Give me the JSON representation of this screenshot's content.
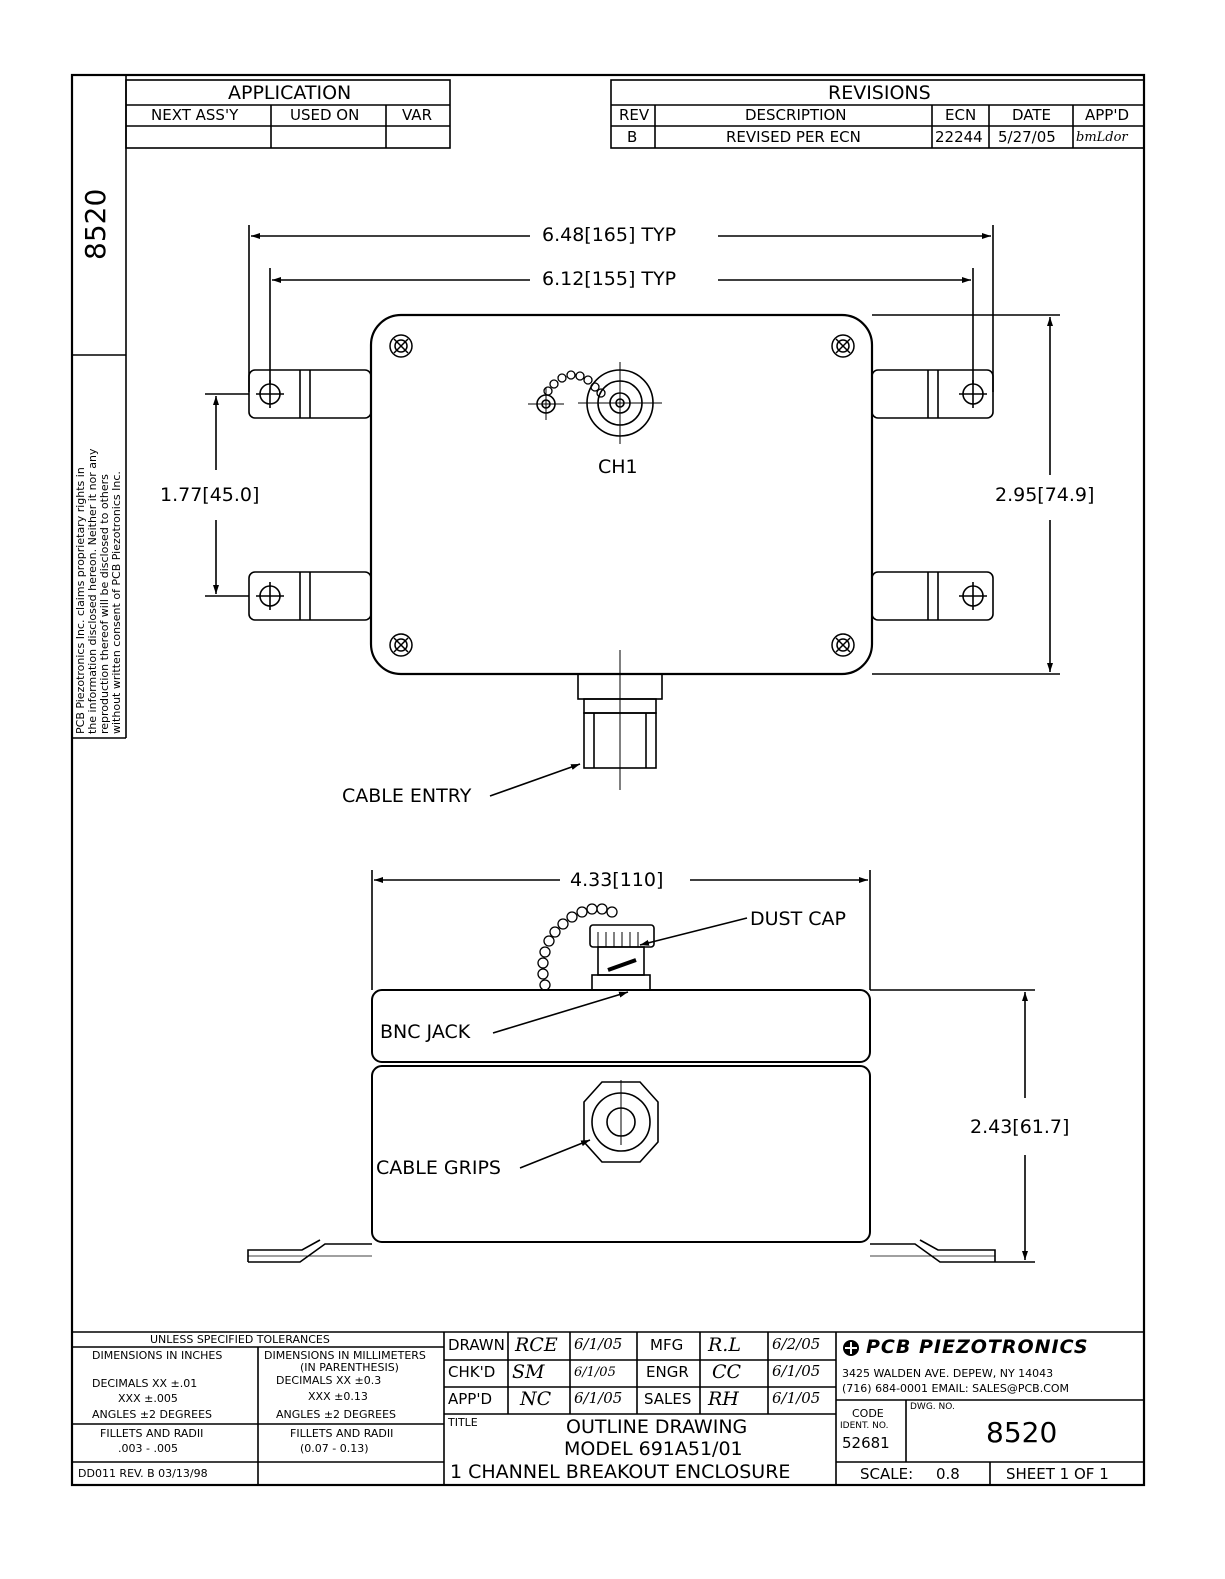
{
  "sidebar": {
    "dwg_number": "8520",
    "proprietary_lines": [
      "PCB Piezotronics Inc. claims proprietary rights in",
      "the information disclosed hereon. Neither it nor any",
      "reproduction thereof will be disclosed to others",
      "without written consent of PCB Piezotronics Inc."
    ]
  },
  "application": {
    "title": "APPLICATION",
    "headers": [
      "NEXT ASS'Y",
      "USED ON",
      "VAR"
    ]
  },
  "revisions": {
    "title": "REVISIONS",
    "headers": [
      "REV",
      "DESCRIPTION",
      "ECN",
      "DATE",
      "APP'D"
    ],
    "row": [
      "B",
      "REVISED PER ECN",
      "22244",
      "5/27/05",
      "bmLdor"
    ]
  },
  "drawing": {
    "dim_overall_width": "6.48[165] TYP",
    "dim_mount_width": "6.12[155] TYP",
    "dim_mount_spacing": "1.77[45.0]",
    "dim_body_height": "2.95[74.9]",
    "channel_label": "CH1",
    "cable_entry": "CABLE ENTRY",
    "dim_body_width": "4.33[110]",
    "dust_cap": "DUST CAP",
    "bnc_jack": "BNC JACK",
    "dim_side_height": "2.43[61.7]",
    "cable_grips": "CABLE GRIPS"
  },
  "tolerances": {
    "header": "UNLESS SPECIFIED TOLERANCES",
    "inches_header": "DIMENSIONS IN INCHES",
    "mm_header_1": "DIMENSIONS IN MILLIMETERS",
    "mm_header_2": "(IN PARENTHESIS)",
    "inch_dec_xx": "DECIMALS  XX ±.01",
    "inch_dec_xxx": "XXX ±.005",
    "inch_angles": "ANGLES ±2 DEGREES",
    "mm_dec_xx": "DECIMALS  XX ±0.3",
    "mm_dec_xxx": "XXX ±0.13",
    "mm_angles": "ANGLES ±2 DEGREES",
    "fillets_label": "FILLETS AND RADII",
    "fillets_in": ".003 - .005",
    "fillets_mm": "(0.07 - 0.13)",
    "form_id": "DD011 REV. B 03/13/98"
  },
  "approvals": {
    "drawn_label": "DRAWN",
    "drawn_by": "RCE",
    "drawn_date": "6/1/05",
    "chkd_label": "CHK'D",
    "chkd_by": "SM",
    "chkd_date": "6/1/05",
    "appd_label": "APP'D",
    "appd_by": "NC",
    "appd_date": "6/1/05",
    "mfg_label": "MFG",
    "mfg_by": "R.L",
    "mfg_date": "6/2/05",
    "engr_label": "ENGR",
    "engr_by": "CC",
    "engr_date": "6/1/05",
    "sales_label": "SALES",
    "sales_by": "RH",
    "sales_date": "6/1/05"
  },
  "title_block": {
    "title_label": "TITLE",
    "title_line1": "OUTLINE DRAWING",
    "title_line2": "MODEL 691A51/01",
    "title_line3": "1 CHANNEL BREAKOUT ENCLOSURE",
    "company": "PCB PIEZOTRONICS",
    "address": "3425 WALDEN AVE. DEPEW, NY 14043",
    "phone_email": "(716) 684-0001 EMAIL: SALES@PCB.COM",
    "code_label_1": "CODE",
    "code_label_2": "IDENT. NO.",
    "code_value": "52681",
    "dwg_no_label": "DWG. NO.",
    "dwg_no_value": "8520",
    "scale_label": "SCALE:",
    "scale_value": "0.8",
    "sheet": "SHEET 1 OF 1"
  }
}
